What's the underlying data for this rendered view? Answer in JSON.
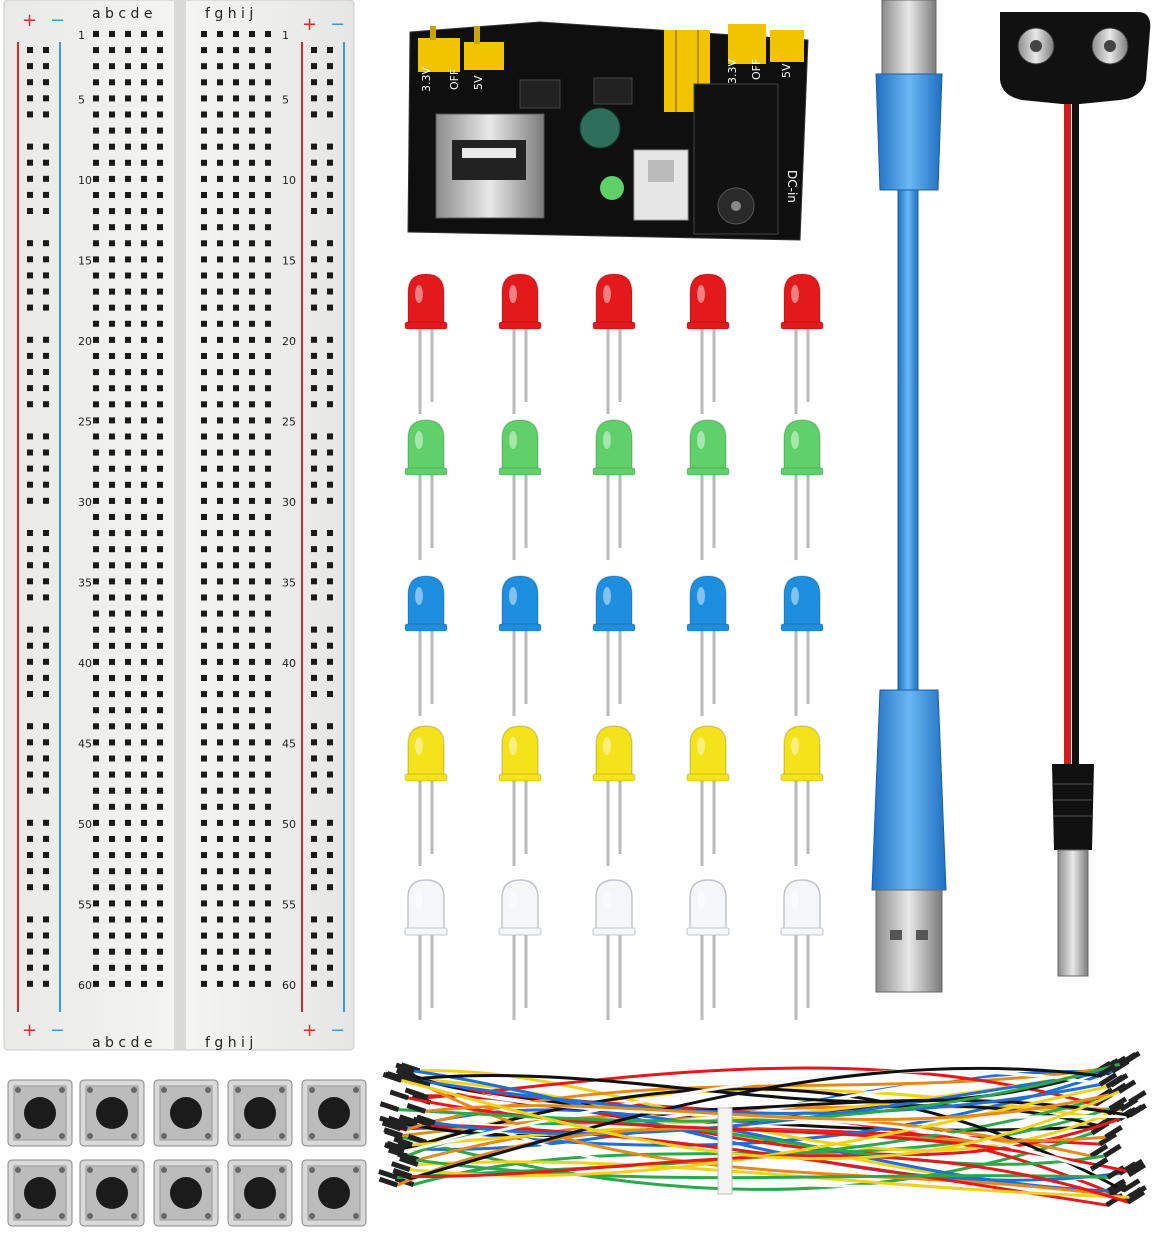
{
  "breadboard": {
    "columns_left": [
      "a",
      "b",
      "c",
      "d",
      "e"
    ],
    "columns_right": [
      "f",
      "g",
      "h",
      "i",
      "j"
    ],
    "row_numbers": [
      "1",
      "5",
      "10",
      "15",
      "20",
      "25",
      "30",
      "35",
      "40",
      "45",
      "50",
      "55",
      "60"
    ],
    "rail_plus": "+",
    "rail_minus": "−",
    "rail_red": "#d42b2b",
    "rail_blue": "#3a9ad8"
  },
  "power_module": {
    "left_labels": [
      "3.3V",
      "OFF",
      "5V"
    ],
    "right_labels": [
      "3.3V",
      "OFF",
      "5V"
    ],
    "dc_label": "DC-in",
    "pcb_color": "#111111",
    "jumper_color": "#f2c400"
  },
  "leds": {
    "rows": [
      {
        "color": "red",
        "hex": "#e4191b"
      },
      {
        "color": "green",
        "hex": "#5fd06a"
      },
      {
        "color": "blue",
        "hex": "#1e8fe0"
      },
      {
        "color": "yellow",
        "hex": "#f4e21a"
      },
      {
        "color": "white",
        "hex": "#f4f6f8"
      }
    ],
    "per_row": 5
  },
  "usb_cable": {
    "color": "#2f8fe0"
  },
  "battery_clip": {
    "wire_red": "#d11f1f",
    "wire_black": "#111111"
  },
  "buttons": {
    "count": 10
  },
  "jumper_wires": {
    "colors": [
      "#e4191b",
      "#f0d21a",
      "#1e6fd8",
      "#2aa84a",
      "#111111",
      "#f7f7f7",
      "#e58a1a"
    ]
  }
}
